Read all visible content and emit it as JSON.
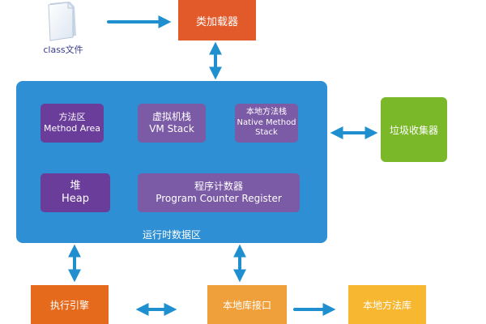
{
  "class_file": {
    "label": "class文件",
    "icon": "document-icon"
  },
  "class_loader": {
    "label": "类加载器",
    "color": "#e35a2a"
  },
  "runtime_area": {
    "label": "运行时数据区",
    "color": "#2e8fd4"
  },
  "method_area": {
    "zh": "方法区",
    "en": "Method Area"
  },
  "vm_stack": {
    "zh": "虚拟机栈",
    "en": "VM Stack"
  },
  "native_stack": {
    "zh": "本地方法栈",
    "en": "Native Method Stack"
  },
  "heap": {
    "zh": "堆",
    "en": "Heap"
  },
  "pc_register": {
    "zh": "程序计数器",
    "en": "Program Counter Register"
  },
  "gc": {
    "label": "垃圾收集器",
    "color": "#7ab82a"
  },
  "exec_engine": {
    "label": "执行引擎",
    "color": "#e56a1b"
  },
  "native_interface": {
    "label": "本地库接口",
    "color": "#f0a03a"
  },
  "native_library": {
    "label": "本地方法库",
    "color": "#f7b730"
  },
  "arrow_color": "#1f8fd0"
}
